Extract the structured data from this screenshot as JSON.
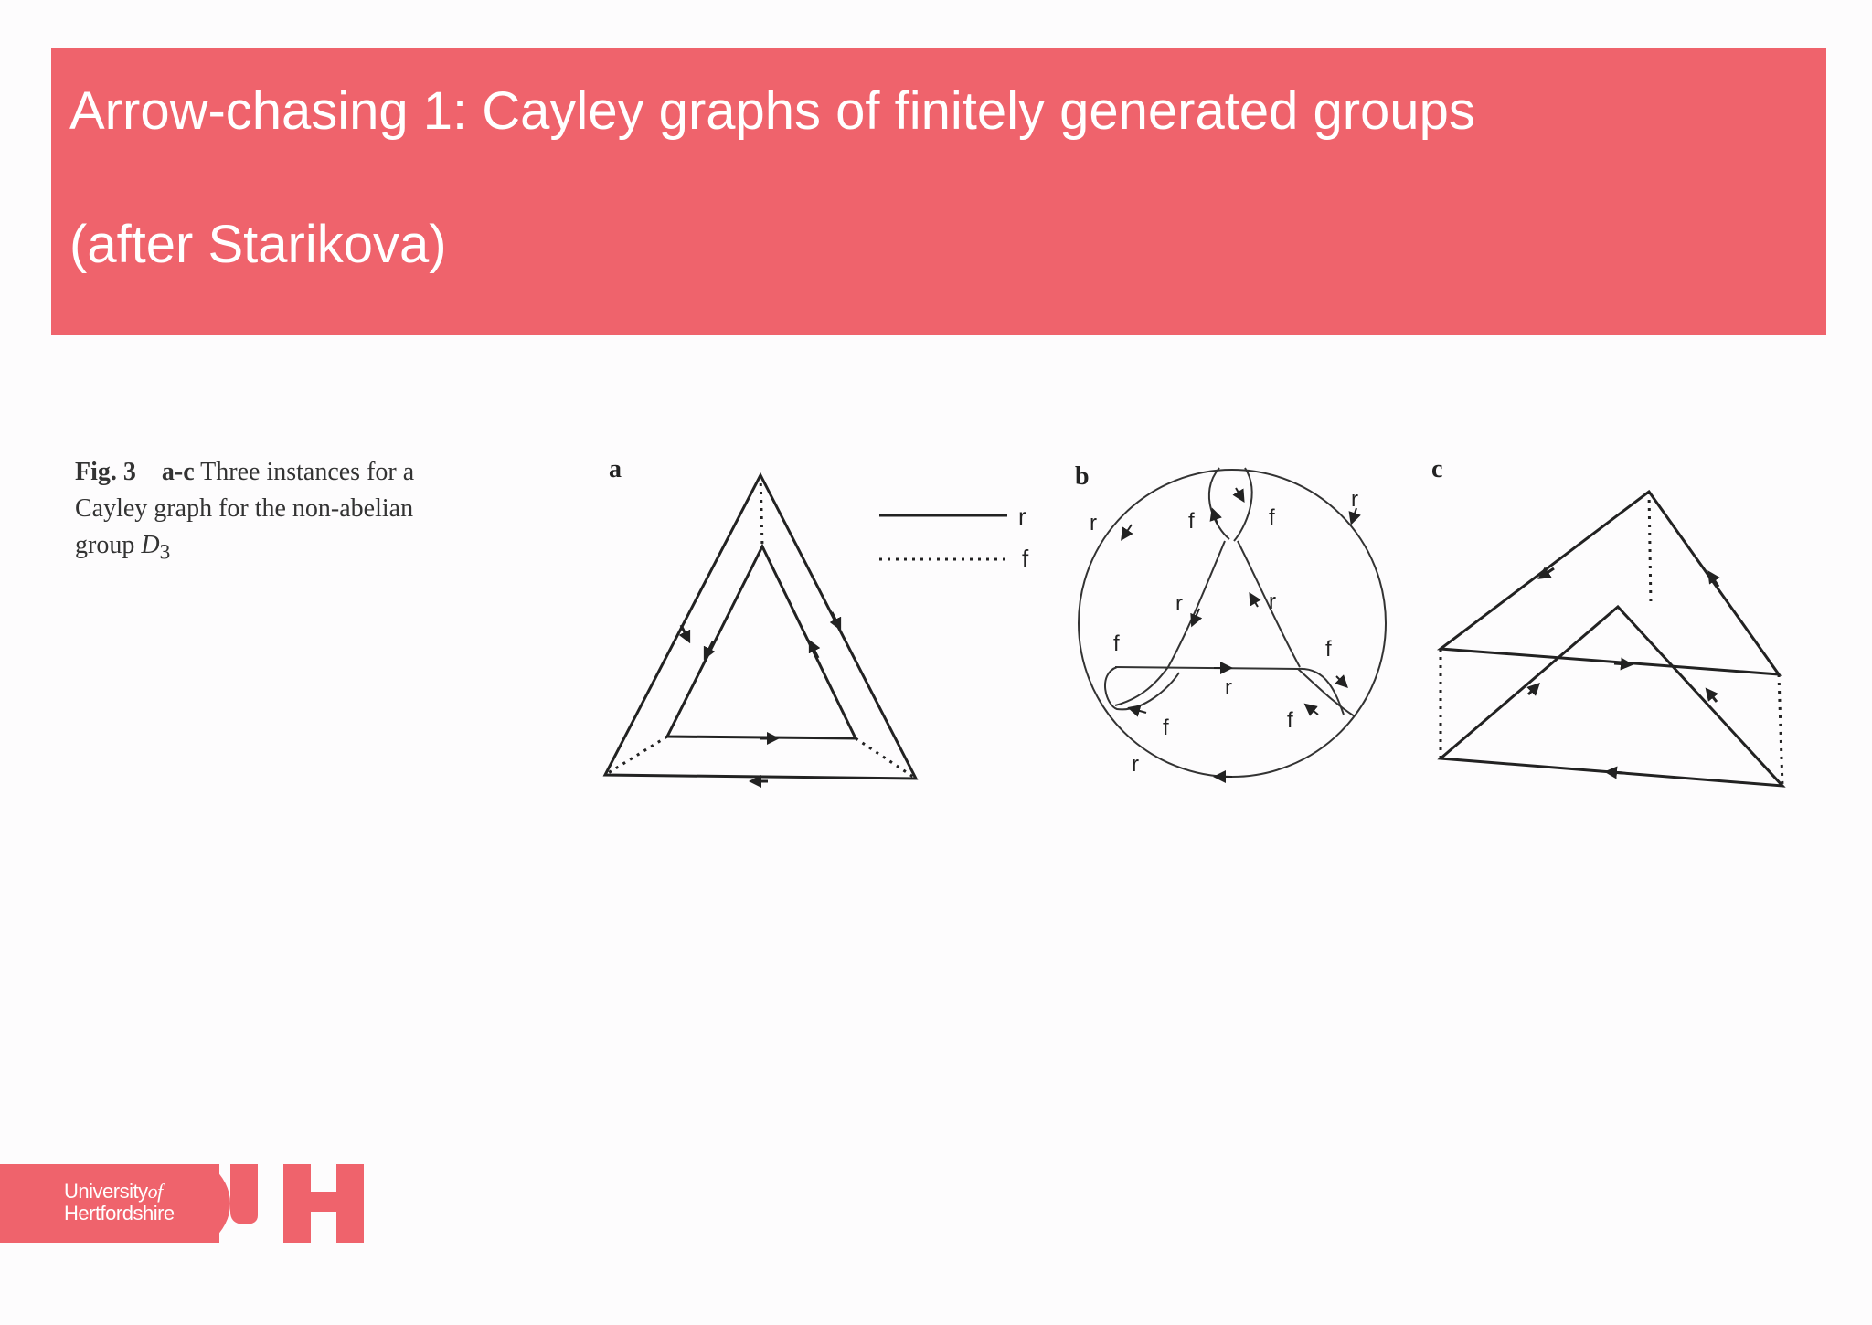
{
  "slide": {
    "title_line1": "Arrow-chasing 1: Cayley graphs of finitely generated groups",
    "title_line2": "(after Starikova)",
    "colors": {
      "accent": "#ef636c",
      "background": "#fdfcfd",
      "ink": "#333333"
    }
  },
  "figure": {
    "caption_fig": "Fig. 3",
    "caption_panels": "a-c",
    "caption_text": "Three instances for a Cayley graph for the non-abelian group",
    "caption_group": "D",
    "caption_group_sub": "3",
    "panel_a_label": "a",
    "panel_b_label": "b",
    "panel_c_label": "c",
    "legend_solid_label": "r",
    "legend_dotted_label": "f",
    "edge_label_r": "r",
    "edge_label_f": "f"
  },
  "logo": {
    "line1": "University",
    "line1_suffix": "of",
    "line2": "Hertfordshire",
    "monogram": "UH"
  }
}
